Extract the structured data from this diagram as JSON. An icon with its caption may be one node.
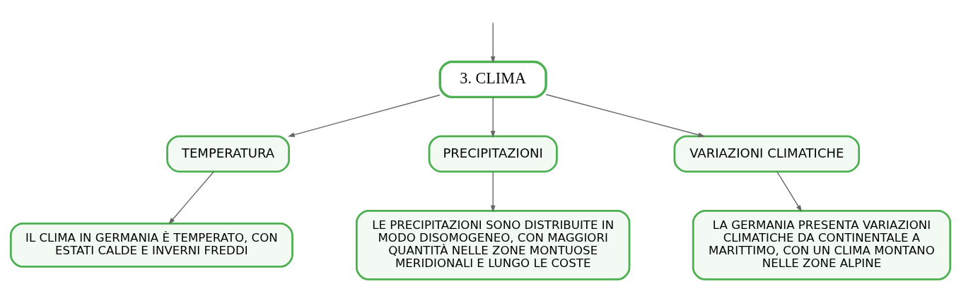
{
  "diagram": {
    "nodes": [
      {
        "text": [
          "3. CLIMA"
        ]
      },
      {
        "text": [
          "TEMPERATURA"
        ]
      },
      {
        "text": [
          "PRECIPITAZIONI"
        ]
      },
      {
        "text": [
          "VARIAZIONI CLIMATICHE"
        ]
      },
      {
        "text": [
          "IL CLIMA IN GERMANIA È TEMPERATO, CON ESTATI CALDE E INVERNI FREDDI"
        ]
      },
      {
        "text": [
          "LE PRECIPITAZIONI SONO DISTRIBUITE IN MODO DISOMOGENEO, CON MAGGIORI QUANTITÀ NELLE ZONE MONTUOSE MERIDIONALI E LUNGO LE COSTE"
        ]
      },
      {
        "text": [
          "LA GERMANIA PRESENTA VARIAZIONI CLIMATICHE DA CONTINENTALE A MARITTIMO, CON UN CLIMA MONTANO NELLE ZONE ALPINE"
        ]
      }
    ],
    "edges": [
      {
        "from": null,
        "to": 0,
        "arrow": "to"
      },
      {
        "from": 0,
        "to": 1,
        "arrow": "to"
      },
      {
        "from": 0,
        "to": 2,
        "arrow": "to"
      },
      {
        "from": 0,
        "to": 3,
        "arrow": "to"
      },
      {
        "from": 1,
        "to": 4,
        "arrow": "to"
      },
      {
        "from": 2,
        "to": 5,
        "arrow": "to"
      },
      {
        "from": 3,
        "to": 6,
        "arrow": "to"
      }
    ]
  }
}
